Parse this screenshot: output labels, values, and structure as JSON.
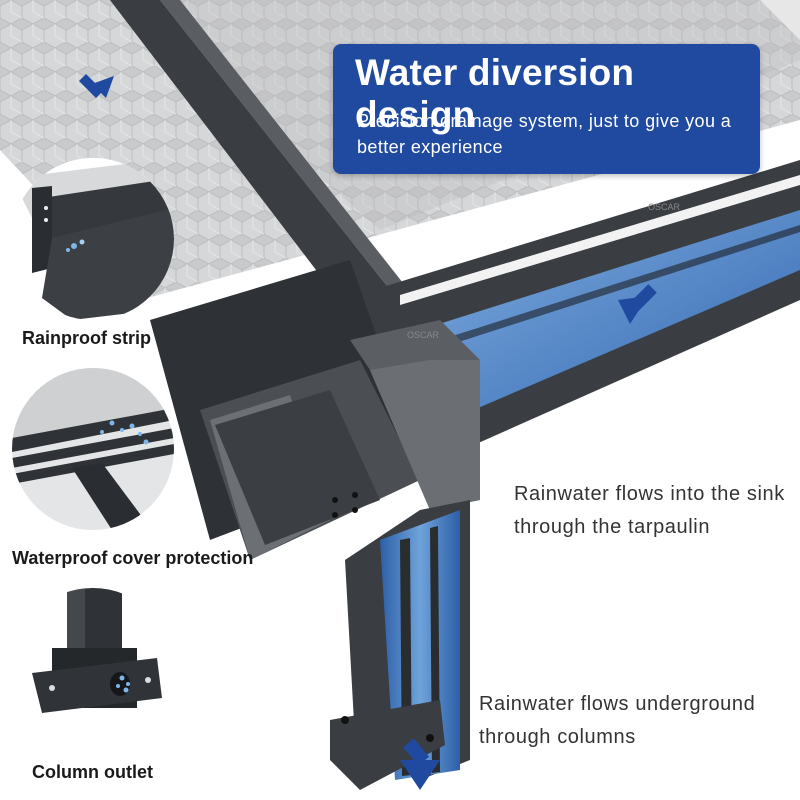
{
  "header": {
    "title": "Water diversion design",
    "subtitle": "Precision drainage system, just to give you a better experience"
  },
  "callouts": {
    "sink": "Rainwater flows into the sink through the tarpaulin",
    "underground": "Rainwater flows underground through columns"
  },
  "details": [
    {
      "label": "Rainproof strip"
    },
    {
      "label": "Waterproof cover protection"
    },
    {
      "label": "Column outlet"
    }
  ],
  "watermark": "OSCAR",
  "colors": {
    "title_bg": "#1f4aa0",
    "arrow": "#1f4aa0",
    "frame": "#3a3d41",
    "water": "#4a7fc4"
  }
}
